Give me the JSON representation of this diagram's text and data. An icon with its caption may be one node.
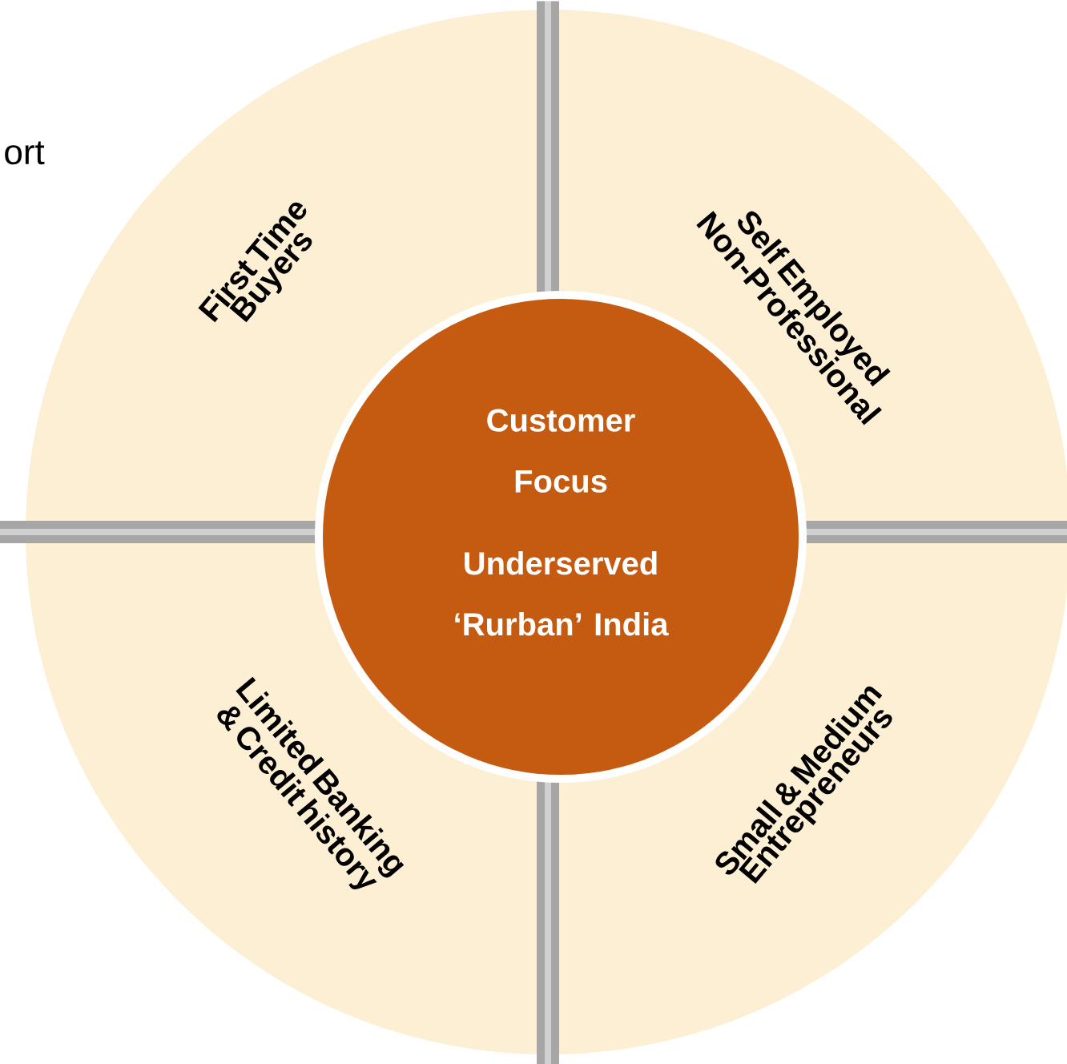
{
  "diagram": {
    "nodes": [
      {
        "text": [
          "First Time Buyers"
        ]
      },
      {
        "text": [
          "Self Employed Non-Professional"
        ]
      },
      {
        "text": [
          "Limited Banking & Credit history"
        ]
      },
      {
        "text": [
          "Small & Medium Entrepreneurs"
        ]
      },
      {
        "text": [
          "Customer Focus",
          "Underserved ‘Rurban’ India"
        ]
      }
    ],
    "labels": [
      "ort"
    ]
  }
}
